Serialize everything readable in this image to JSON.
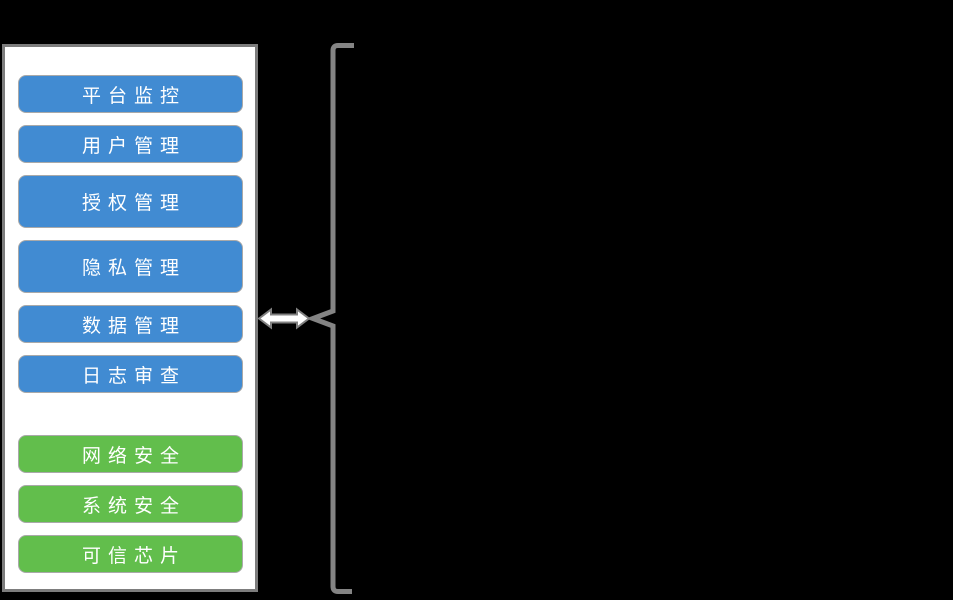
{
  "colors": {
    "background": "#000000",
    "panel_background": "#FFFFFF",
    "panel_border": "#7D7D7D",
    "module_blue": "#418BD2",
    "module_green": "#62BE4C",
    "connector_gray": "#808080",
    "button_text": "#FFFFFF"
  },
  "panel": {
    "groups": [
      {
        "name": "management-modules",
        "color": "#418BD2",
        "items": [
          {
            "label": "平台监控"
          },
          {
            "label": "用户管理"
          },
          {
            "label": "授权管理",
            "tall": true
          },
          {
            "label": "隐私管理",
            "tall": true
          },
          {
            "label": "数据管理"
          },
          {
            "label": "日志审查"
          }
        ]
      },
      {
        "name": "security-modules",
        "color": "#62BE4C",
        "items": [
          {
            "label": "网络安全"
          },
          {
            "label": "系统安全"
          },
          {
            "label": "可信芯片"
          }
        ]
      }
    ]
  },
  "connector": {
    "type": "bidirectional-horizontal-arrow",
    "fill": "#FFFFFF",
    "outline": "#808080"
  },
  "bracket": {
    "type": "left-brace-square-corners",
    "color": "#848484"
  }
}
